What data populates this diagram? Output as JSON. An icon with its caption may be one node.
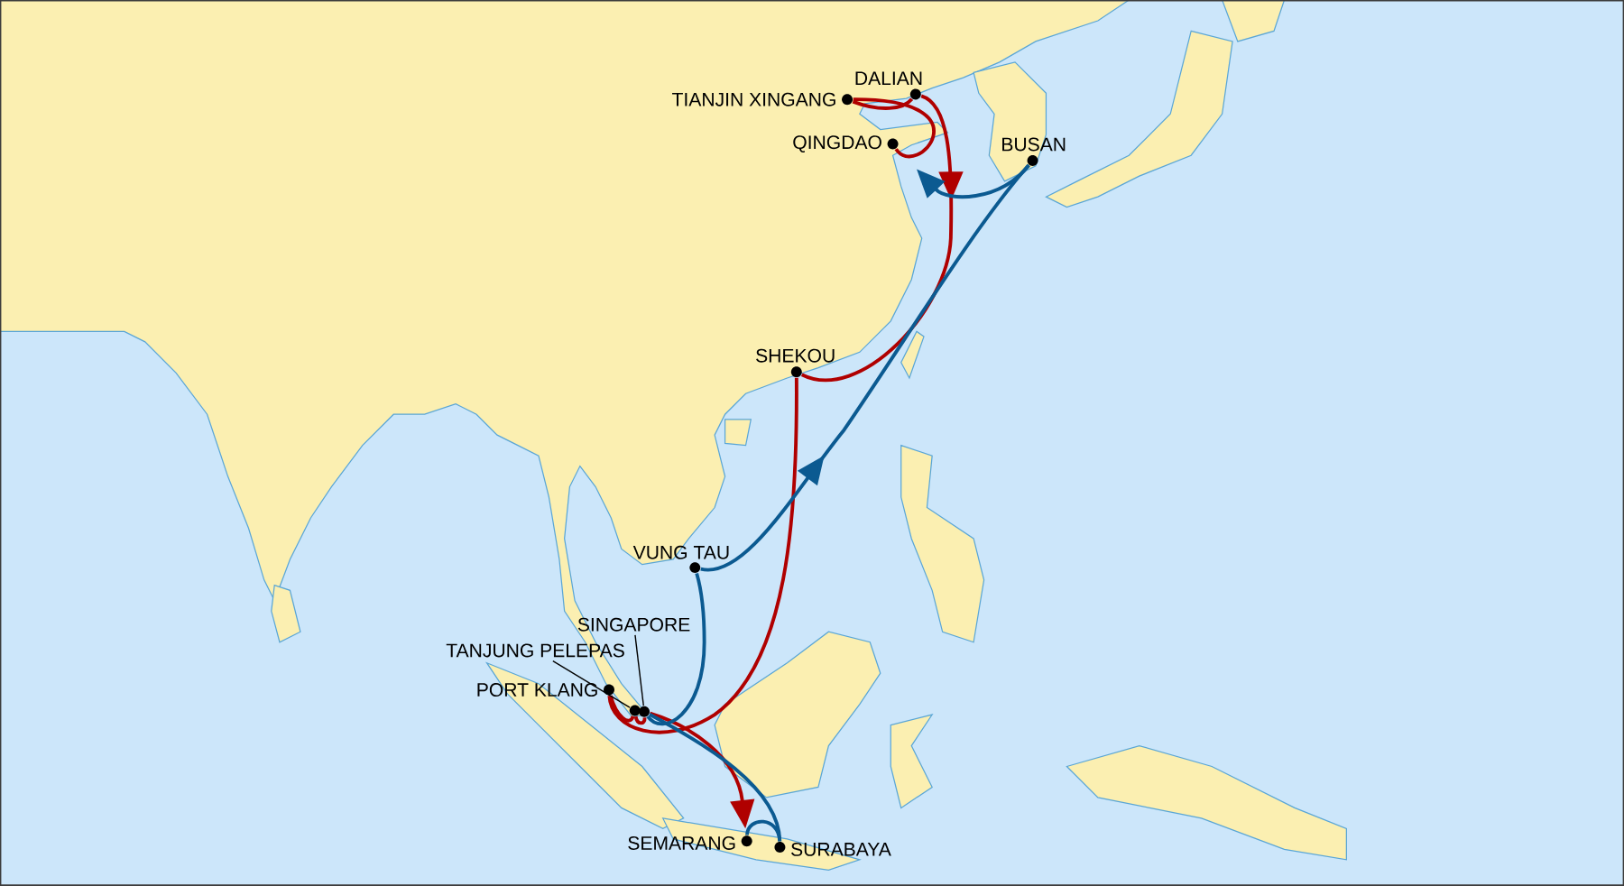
{
  "diagram": {
    "nodes": [
      {
        "text": [],
        "shape": "circle",
        "beside": [
          "DALIAN"
        ]
      },
      {
        "text": [],
        "shape": "circle",
        "beside": [
          "TIANJIN XINGANG"
        ]
      },
      {
        "text": [],
        "shape": "circle",
        "beside": [
          "QINGDAO"
        ]
      },
      {
        "text": [],
        "shape": "circle",
        "beside": [
          "BUSAN"
        ]
      },
      {
        "text": [],
        "shape": "circle",
        "beside": [
          "SHEKOU"
        ]
      },
      {
        "text": [],
        "shape": "circle",
        "beside": [
          "VUNG TAU"
        ]
      },
      {
        "text": [
          "SINGAPORE"
        ]
      },
      {
        "text": [
          "TANJUNG PELEPAS"
        ]
      },
      {
        "text": [],
        "shape": "circle",
        "beside": [
          "PORT KLANG"
        ]
      },
      {
        "text": [],
        "shape": "circle"
      },
      {
        "text": [],
        "shape": "circle"
      },
      {
        "text": [],
        "shape": "circle",
        "beside": [
          "SEMARANG"
        ]
      },
      {
        "text": [],
        "shape": "circle",
        "beside": [
          "SURABAYA"
        ]
      }
    ],
    "edges": [
      {
        "from": 2,
        "to": 1,
        "arrow": "none"
      },
      {
        "from": 1,
        "to": 0,
        "arrow": "none"
      },
      {
        "from": 0,
        "to": 4,
        "arrow": "to"
      },
      {
        "from": 4,
        "to": 8,
        "arrow": "none"
      },
      {
        "from": 8,
        "to": 9,
        "arrow": "none"
      },
      {
        "from": 9,
        "to": 10,
        "arrow": "none"
      },
      {
        "from": 10,
        "to": 11,
        "arrow": "to"
      },
      {
        "from": 11,
        "to": 12,
        "arrow": "none",
        "color": "#0b5a91"
      },
      {
        "from": 12,
        "to": 10,
        "arrow": "none",
        "color": "#0b5a91"
      },
      {
        "from": 10,
        "to": 5,
        "arrow": "none",
        "color": "#0b5a91"
      },
      {
        "from": 5,
        "to": 3,
        "arrow": "to",
        "color": "#0b5a91"
      },
      {
        "from": 3,
        "to": 2,
        "arrow": "to",
        "color": "#0b5a91"
      },
      {
        "from": 6,
        "to": 10,
        "arrow": "none",
        "color": "#000000"
      },
      {
        "from": 7,
        "to": 9,
        "arrow": "none",
        "color": "#000000"
      }
    ]
  }
}
